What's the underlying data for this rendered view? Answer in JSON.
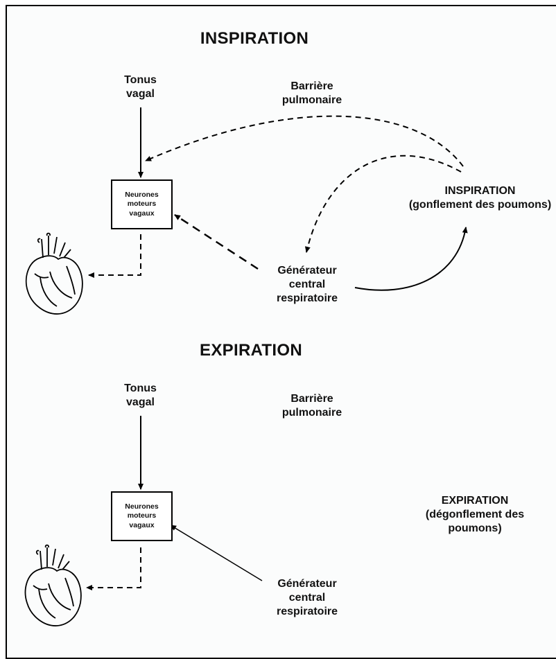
{
  "inspiration": {
    "title": "INSPIRATION",
    "tonus": [
      "Tonus",
      "vagal"
    ],
    "barriere": [
      "Barrière",
      "pulmonaire"
    ],
    "neurones": [
      "Neurones",
      "moteurs",
      "vagaux"
    ],
    "etat": [
      "INSPIRATION",
      "(gonflement des poumons)"
    ],
    "generateur": [
      "Générateur",
      "central",
      "respiratoire"
    ]
  },
  "expiration": {
    "title": "EXPIRATION",
    "tonus": [
      "Tonus",
      "vagal"
    ],
    "barriere": [
      "Barrière",
      "pulmonaire"
    ],
    "neurones": [
      "Neurones",
      "moteurs",
      "vagaux"
    ],
    "etat": [
      "EXPIRATION",
      "(dégonflement des",
      "poumons)"
    ],
    "generateur": [
      "Générateur",
      "central",
      "respiratoire"
    ]
  }
}
